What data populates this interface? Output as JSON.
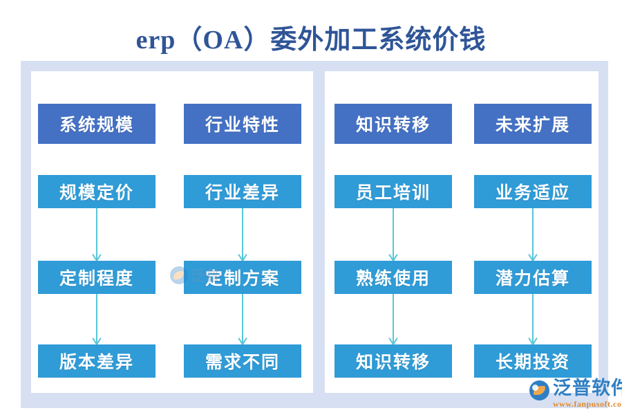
{
  "page": {
    "title": "erp（OA）委外加工系统价钱",
    "title_color": "#2f5597",
    "background": "#ffffff",
    "frame_color": "#d7e0f2",
    "header_box_color": "#4471c4",
    "step_box_color": "#2f9bd7",
    "arrow_color": "#57c6d8"
  },
  "diagram": {
    "type": "flowchart",
    "groups": [
      {
        "name": "group-left",
        "columns": [
          {
            "name": "column-system-scale",
            "header": "系统规模",
            "steps": [
              "规模定价",
              "定制程度",
              "版本差异"
            ]
          },
          {
            "name": "column-industry-traits",
            "header": "行业特性",
            "steps": [
              "行业差异",
              "定制方案",
              "需求不同"
            ]
          }
        ]
      },
      {
        "name": "group-right",
        "columns": [
          {
            "name": "column-knowledge-transfer",
            "header": "知识转移",
            "steps": [
              "员工培训",
              "熟练使用",
              "知识转移"
            ]
          },
          {
            "name": "column-future-expansion",
            "header": "未来扩展",
            "steps": [
              "业务适应",
              "潜力估算",
              "长期投资"
            ]
          }
        ]
      }
    ]
  },
  "watermark": {
    "text": "泛普"
  },
  "logo": {
    "name": "泛普软件",
    "url": "www.fanpusoft.com"
  }
}
